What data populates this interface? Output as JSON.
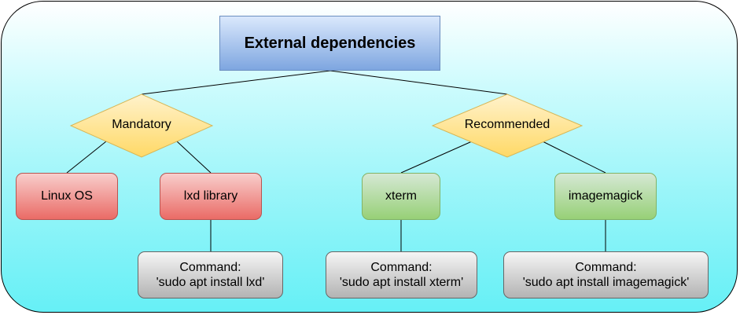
{
  "title": "External dependencies",
  "categories": {
    "mandatory": {
      "label": "Mandatory",
      "items": [
        {
          "label": "Linux OS"
        },
        {
          "label": "lxd library",
          "command_label": "Command:",
          "command": "'sudo apt install lxd'"
        }
      ]
    },
    "recommended": {
      "label": "Recommended",
      "items": [
        {
          "label": "xterm",
          "command_label": "Command:",
          "command": "'sudo apt install xterm'"
        },
        {
          "label": "imagemagick",
          "command_label": "Command:",
          "command": "'sudo apt install imagemagick'"
        }
      ]
    }
  },
  "colors": {
    "background_top": "#ffffff",
    "background_bottom": "#66f0f6",
    "title_fill": "#7ea6e0",
    "diamond_fill": "#ffd966",
    "mandatory_item_fill": "#ea6b66",
    "recommended_item_fill": "#97d077",
    "command_fill": "#b3b3b3"
  }
}
